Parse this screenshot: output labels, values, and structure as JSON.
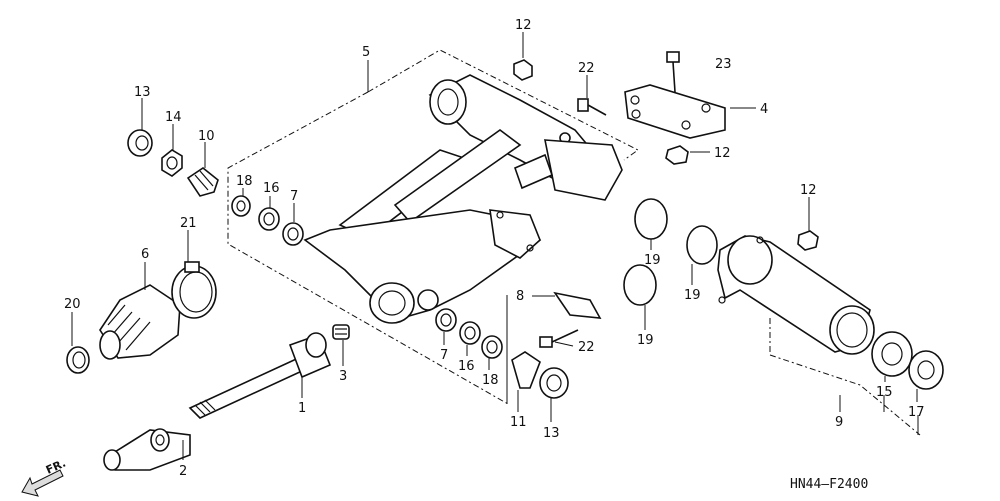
{
  "diagram": {
    "code": "HN44—F2400",
    "direction": "FR.",
    "callouts": [
      {
        "id": "c5",
        "text": "5"
      },
      {
        "id": "c12a",
        "text": "12"
      },
      {
        "id": "c22a",
        "text": "22"
      },
      {
        "id": "c23",
        "text": "23"
      },
      {
        "id": "c4",
        "text": "4"
      },
      {
        "id": "c12b",
        "text": "12"
      },
      {
        "id": "c13a",
        "text": "13"
      },
      {
        "id": "c14",
        "text": "14"
      },
      {
        "id": "c10",
        "text": "10"
      },
      {
        "id": "c18a",
        "text": "18"
      },
      {
        "id": "c16a",
        "text": "16"
      },
      {
        "id": "c7a",
        "text": "7"
      },
      {
        "id": "c21",
        "text": "21"
      },
      {
        "id": "c6",
        "text": "6"
      },
      {
        "id": "c20",
        "text": "20"
      },
      {
        "id": "c3",
        "text": "3"
      },
      {
        "id": "c1",
        "text": "1"
      },
      {
        "id": "c2",
        "text": "2"
      },
      {
        "id": "c7b",
        "text": "7"
      },
      {
        "id": "c16b",
        "text": "16"
      },
      {
        "id": "c18b",
        "text": "18"
      },
      {
        "id": "c8",
        "text": "8"
      },
      {
        "id": "c22b",
        "text": "22"
      },
      {
        "id": "c11",
        "text": "11"
      },
      {
        "id": "c13b",
        "text": "13"
      },
      {
        "id": "c19a",
        "text": "19"
      },
      {
        "id": "c19b",
        "text": "19"
      },
      {
        "id": "c19c",
        "text": "19"
      },
      {
        "id": "c12c",
        "text": "12"
      },
      {
        "id": "c15",
        "text": "15"
      },
      {
        "id": "c9",
        "text": "9"
      },
      {
        "id": "c17",
        "text": "17"
      }
    ]
  }
}
